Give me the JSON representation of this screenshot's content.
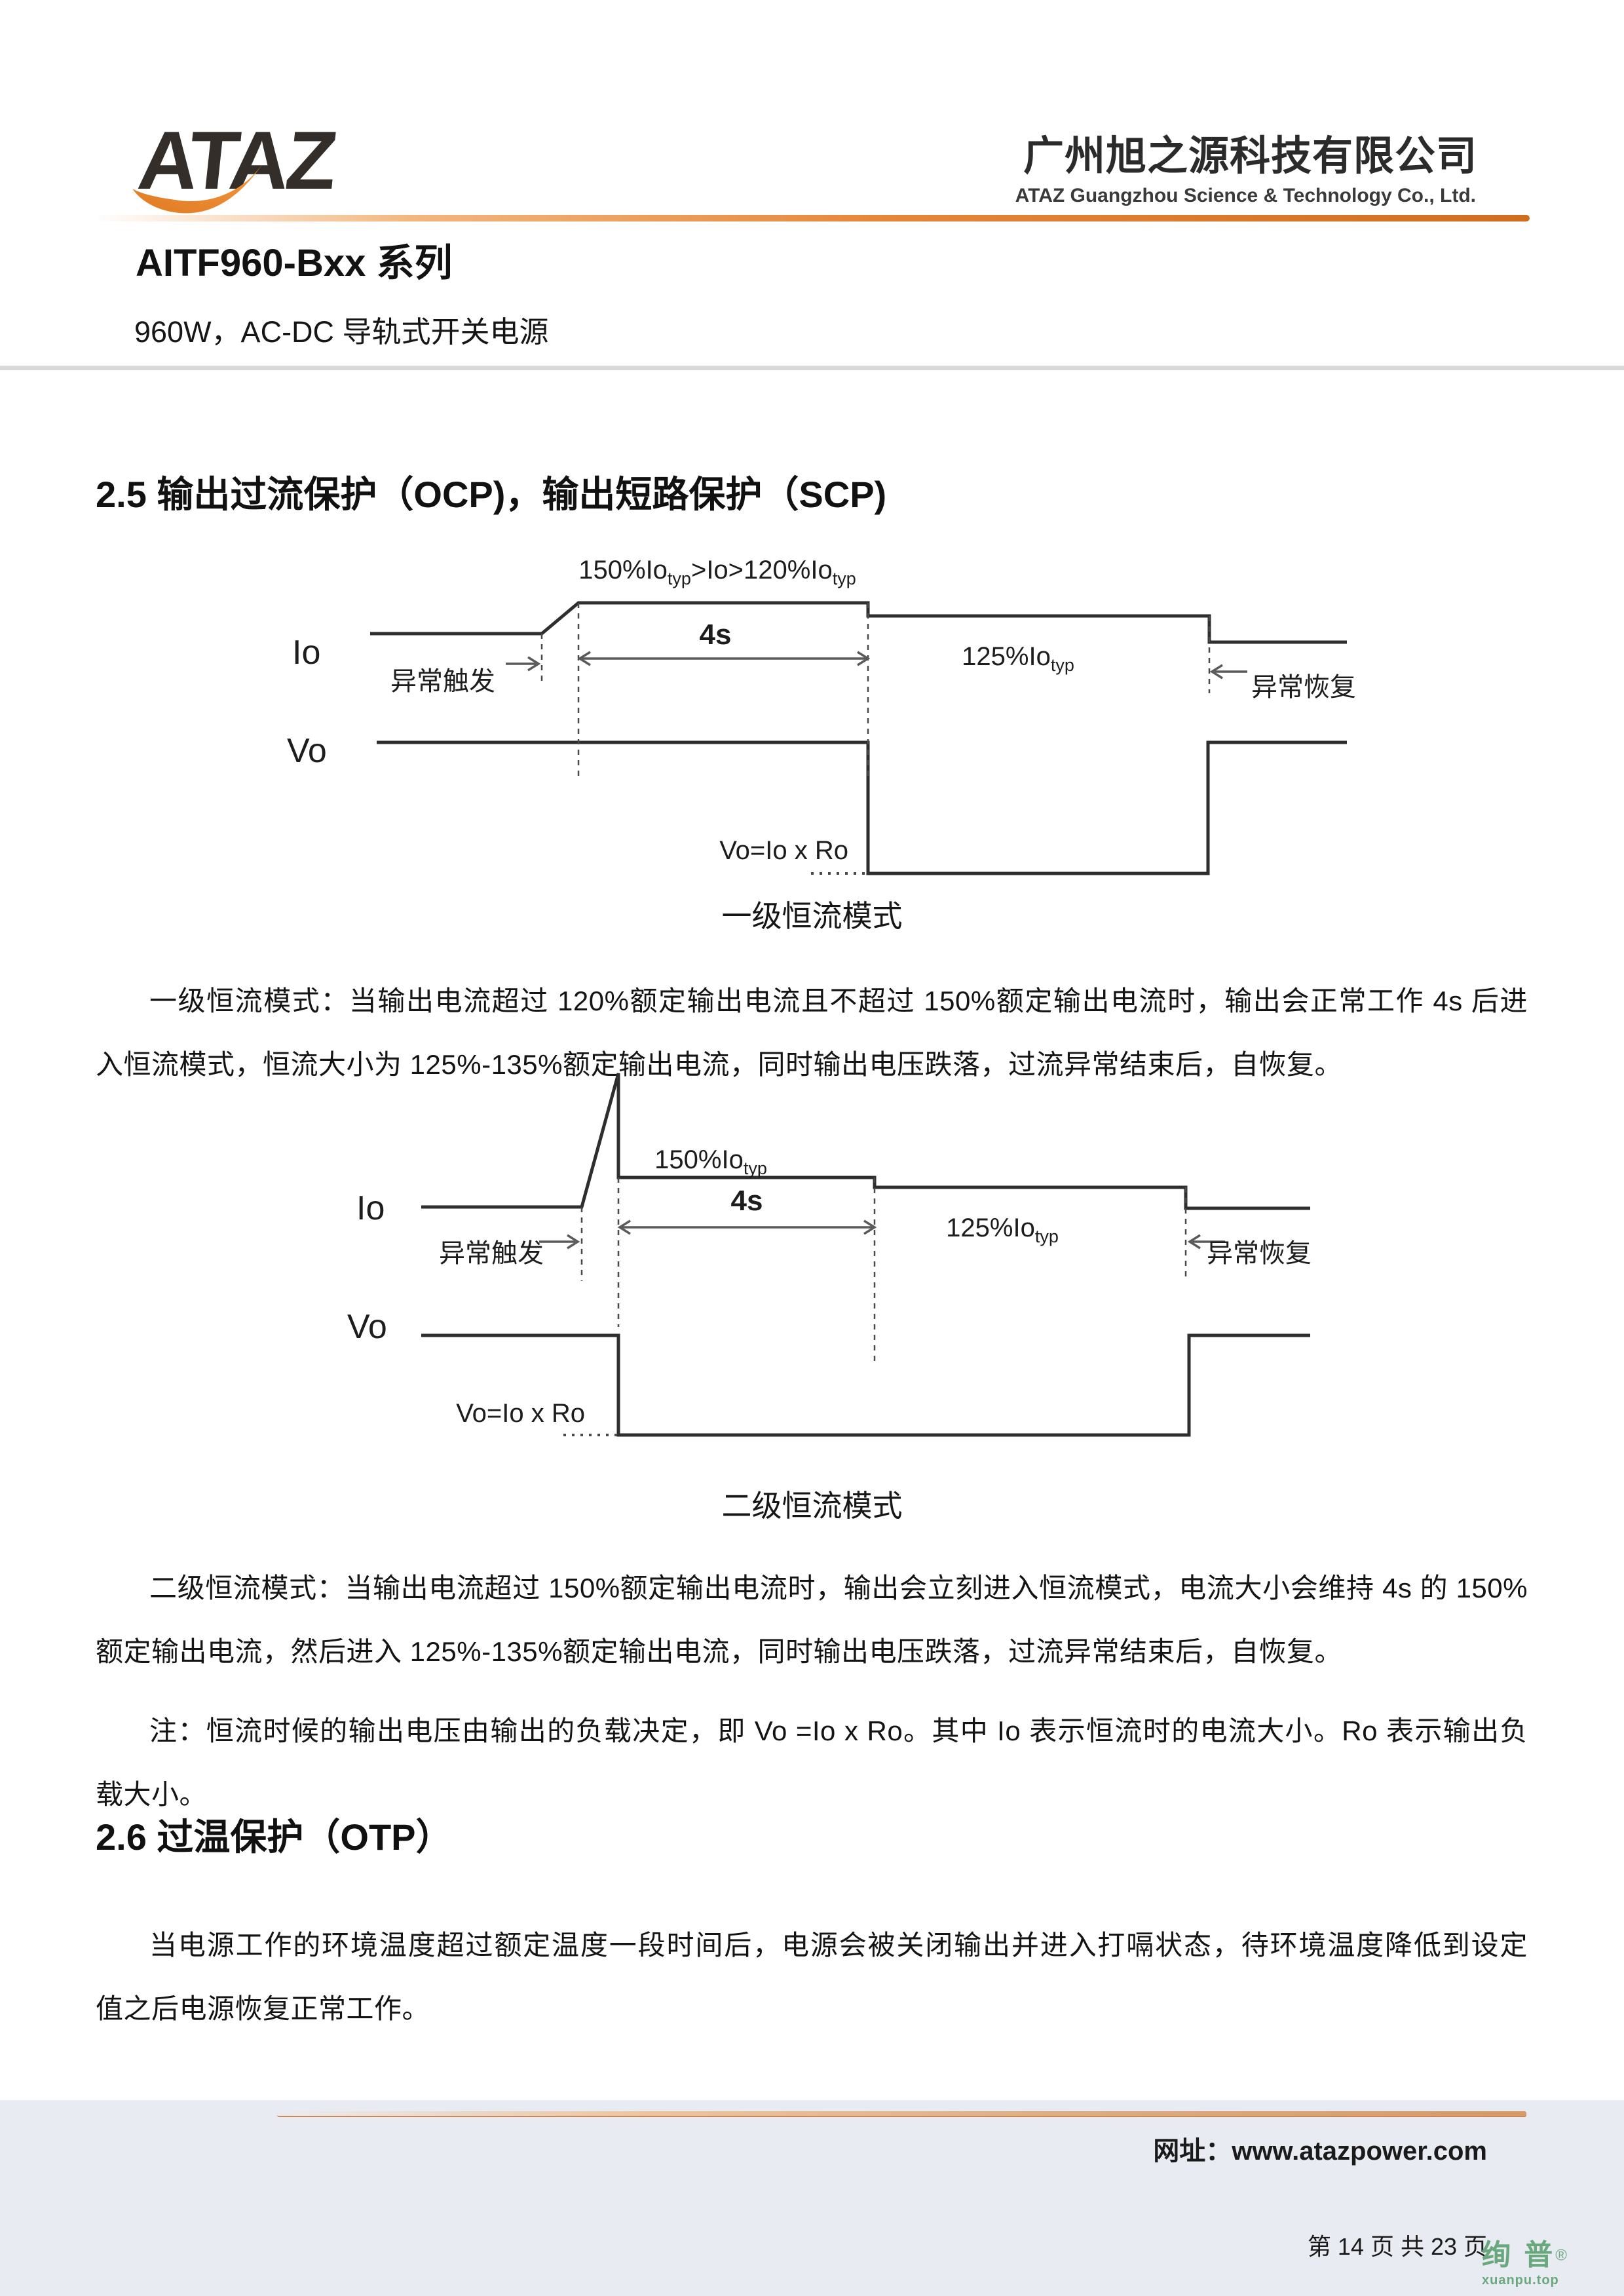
{
  "header": {
    "logo_text": "ATAZ",
    "company_cn": "广州旭之源科技有限公司",
    "company_en": "ATAZ Guangzhou Science & Technology Co., Ltd.",
    "product_title": "AITF960-Bxx 系列",
    "product_subtitle": "960W，AC-DC 导轨式开关电源",
    "accent_color": "#E4873A"
  },
  "sections": {
    "ocp_heading": "2.5 输出过流保护（OCP)，输出短路保护（SCP)",
    "otp_heading": "2.6 过温保护（OTP）"
  },
  "diagram1": {
    "caption": "一级恒流模式",
    "io_axis": "Io",
    "vo_axis": "Vo",
    "condition_main1": "150%Io",
    "condition_sub1": "typ",
    "condition_main2": ">Io>120%Io",
    "condition_sub2": "typ",
    "duration": "4s",
    "cc_level_main": "125%Io",
    "cc_level_sub": "typ",
    "trigger_label": "异常触发",
    "recover_label": "异常恢复",
    "vo_formula": "Vo=Io x Ro"
  },
  "diagram2": {
    "caption": "二级恒流模式",
    "io_axis": "Io",
    "vo_axis": "Vo",
    "peak_level_main": "150%Io",
    "peak_level_sub": "typ",
    "duration": "4s",
    "cc_level_main": "125%Io",
    "cc_level_sub": "typ",
    "trigger_label": "异常触发",
    "recover_label": "异常恢复",
    "vo_formula": "Vo=Io x Ro"
  },
  "paragraphs": {
    "p1_line1": "一级恒流模式：当输出电流超过 120%额定输出电流且不超过 150%额定输出电流时，输出会正常工作 4s 后进",
    "p1_line2": "入恒流模式，恒流大小为 125%-135%额定输出电流，同时输出电压跌落，过流异常结束后，自恢复。",
    "p2_line1": "二级恒流模式：当输出电流超过 150%额定输出电流时，输出会立刻进入恒流模式，电流大小会维持 4s 的 150%",
    "p2_line2": "额定输出电流，然后进入 125%-135%额定输出电流，同时输出电压跌落，过流异常结束后，自恢复。",
    "note_line1": "注：恒流时候的输出电压由输出的负载决定，即 Vo =Io x Ro。其中 Io 表示恒流时的电流大小。Ro 表示输出负",
    "note_line2": "载大小。",
    "p3_line1": "当电源工作的环境温度超过额定温度一段时间后，电源会被关闭输出并进入打嗝状态，待环境温度降低到设定",
    "p3_line2": "值之后电源恢复正常工作。"
  },
  "footer": {
    "url_label": "网址：www.atazpower.com",
    "page_info": "第 14 页 共 23 页",
    "watermark_cn": "绚 普",
    "watermark_reg": "®",
    "watermark_domain": "xuanpu.top",
    "watermark_color": "#68A87C",
    "band_color": "#E9EBF2"
  }
}
